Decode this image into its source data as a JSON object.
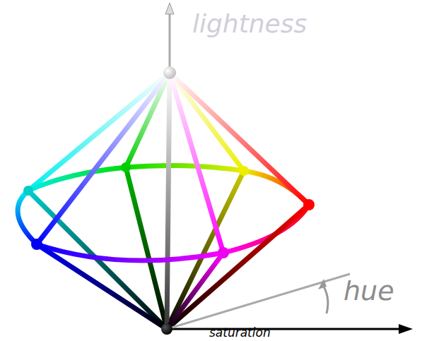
{
  "diagram": {
    "labels": [
      "lightness",
      "hue",
      "saturation"
    ]
  }
}
